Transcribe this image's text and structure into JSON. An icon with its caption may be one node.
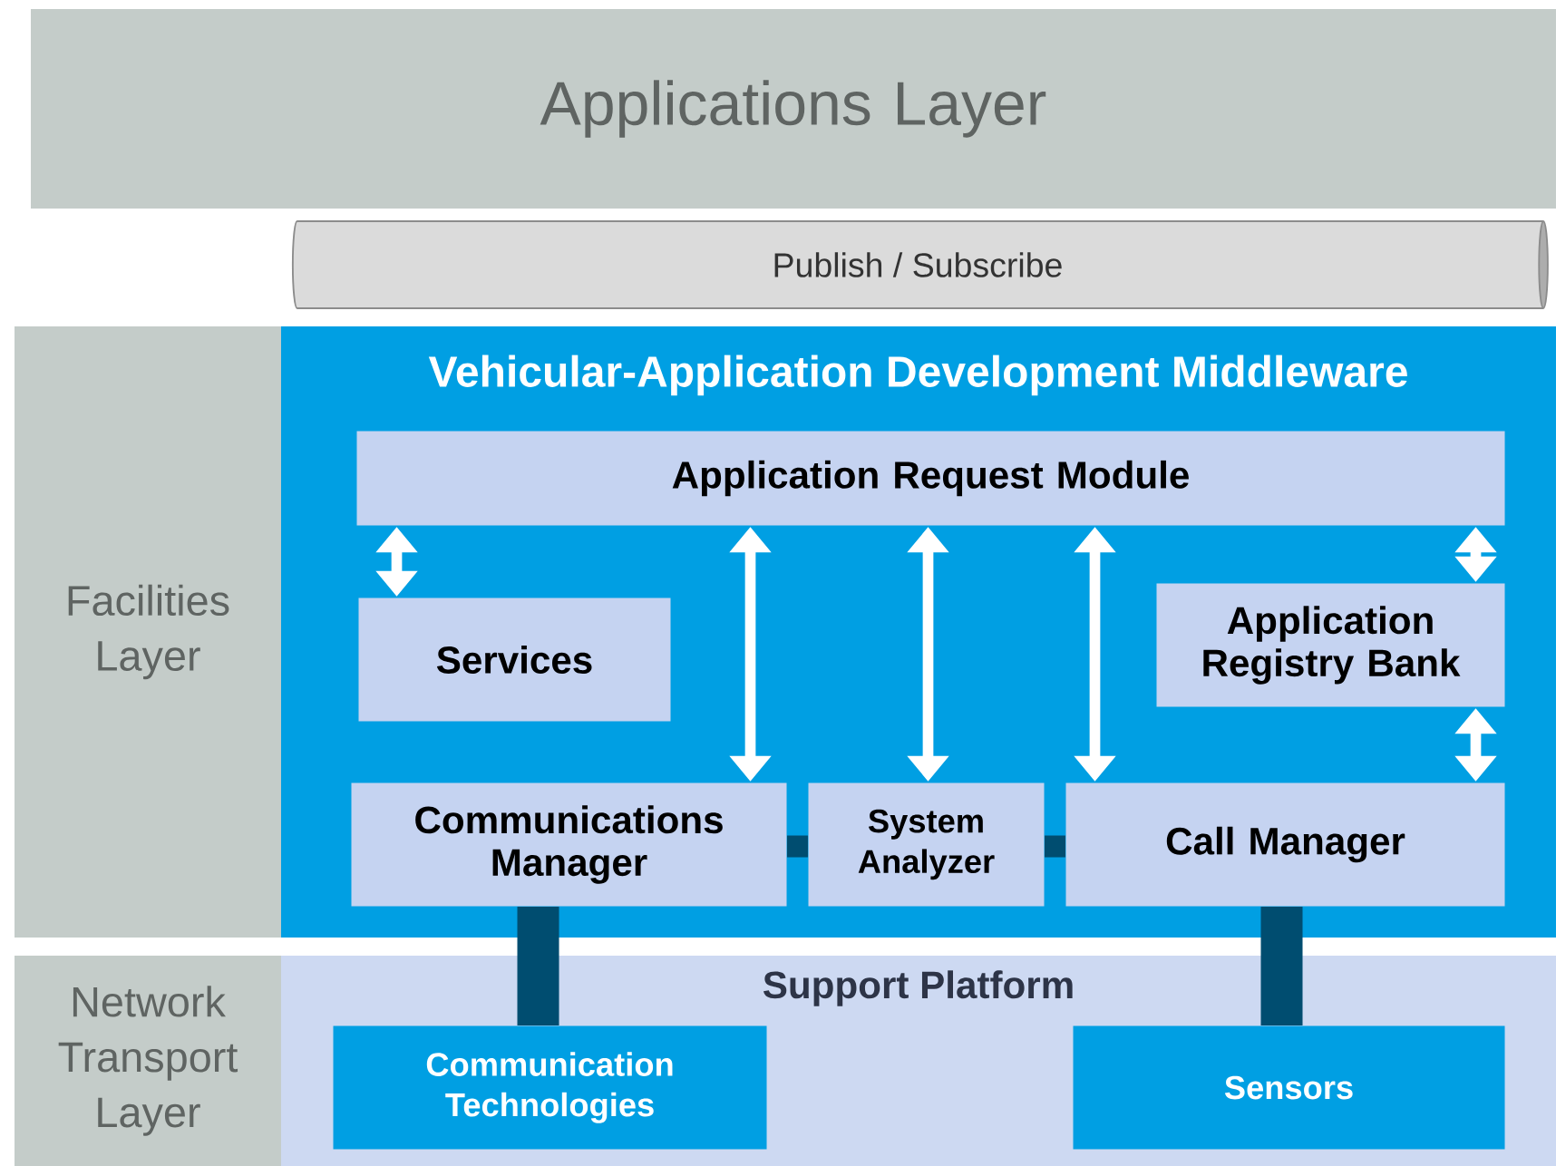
{
  "diagram": {
    "nodes": [
      {
        "text": [
          "Applications Layer"
        ]
      },
      {
        "text": [
          "Publish / Subscribe"
        ]
      },
      {
        "text": [
          "Facilities Layer"
        ]
      },
      {
        "text": [
          "Vehicular-Application Development Middleware"
        ]
      },
      {
        "text": [
          "Application Request Module"
        ],
        "in": 3
      },
      {
        "text": [
          "Services"
        ],
        "in": 3
      },
      {
        "text": [
          "Application Registry Bank"
        ],
        "in": 3
      },
      {
        "text": [
          "Communications Manager"
        ],
        "in": 3
      },
      {
        "text": [
          "System Analyzer"
        ],
        "in": 3
      },
      {
        "text": [
          "Call Manager"
        ],
        "in": 3
      },
      {
        "text": [
          "Network Transport Layer"
        ]
      },
      {
        "text": [
          "Support Platform"
        ]
      },
      {
        "text": [
          "Communication Technologies"
        ],
        "in": 11
      },
      {
        "text": [
          "Sensors"
        ],
        "in": 11
      }
    ],
    "edges": [
      {
        "from": 4,
        "to": 5,
        "arrow": "both"
      },
      {
        "from": 4,
        "to": 7,
        "arrow": "both"
      },
      {
        "from": 4,
        "to": 8,
        "arrow": "both"
      },
      {
        "from": 4,
        "to": 9,
        "arrow": "both"
      },
      {
        "from": 4,
        "to": 6,
        "arrow": "both"
      },
      {
        "from": 6,
        "to": 9,
        "arrow": "both"
      },
      {
        "from": 7,
        "to": 8,
        "arrow": "none",
        "style": "thick",
        "color": "#004d70"
      },
      {
        "from": 8,
        "to": 9,
        "arrow": "none",
        "style": "thick",
        "color": "#004d70"
      },
      {
        "from": 7,
        "to": 12,
        "arrow": "none",
        "style": "thick",
        "color": "#004d70"
      },
      {
        "from": 9,
        "to": 13,
        "arrow": "none",
        "style": "thick",
        "color": "#004d70"
      }
    ]
  }
}
